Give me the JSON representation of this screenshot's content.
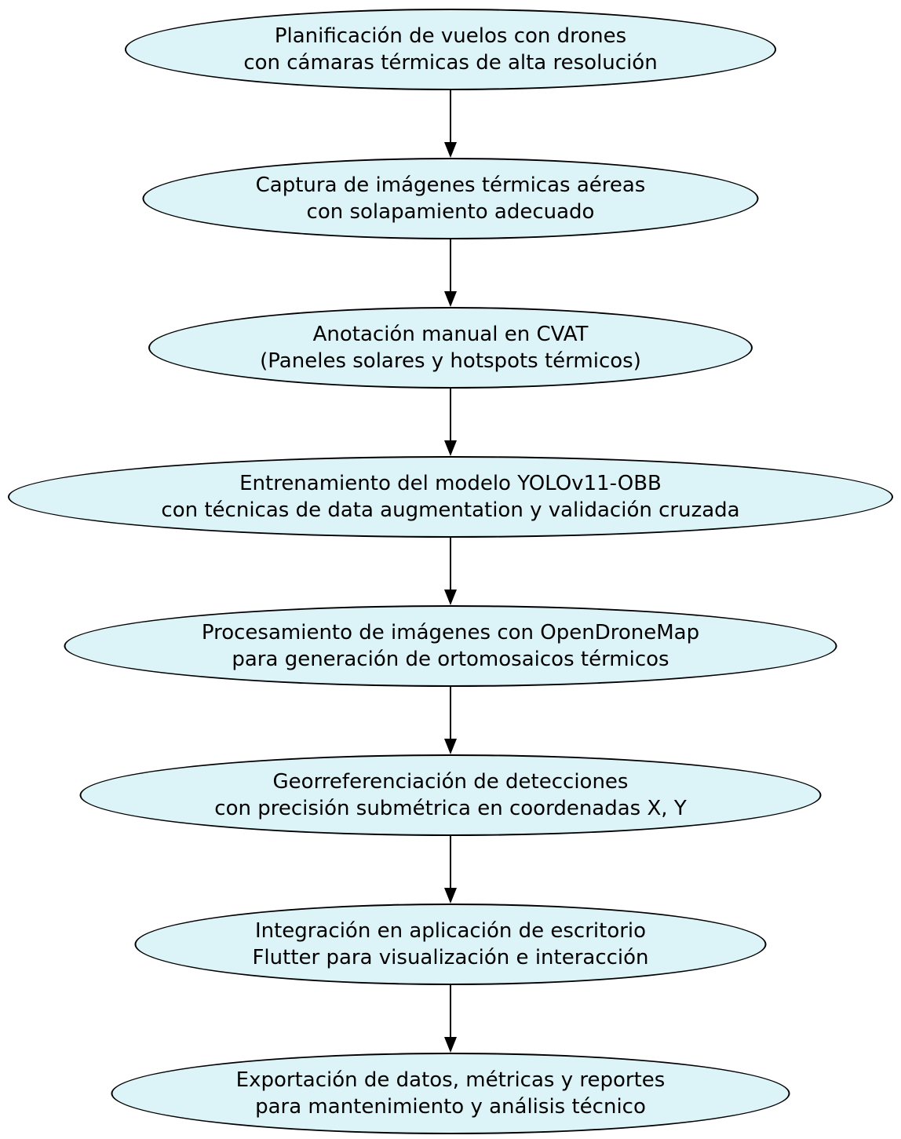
{
  "diagram": {
    "type": "flowchart",
    "direction": "top-to-bottom",
    "colors": {
      "background": "#ffffff",
      "node_fill": "#dcf3f8",
      "node_border": "#000000",
      "arrow_color": "#000000",
      "text_color": "#000000"
    },
    "nodes": [
      {
        "id": "planificacion-vuelos",
        "shape": "ellipse",
        "line1": "Planificación de vuelos con drones",
        "line2": "con cámaras térmicas de alta resolución"
      },
      {
        "id": "captura-imagenes",
        "shape": "ellipse",
        "line1": "Captura de imágenes térmicas aéreas",
        "line2": "con solapamiento adecuado"
      },
      {
        "id": "anotacion-cvat",
        "shape": "ellipse",
        "line1": "Anotación manual en CVAT",
        "line2": "(Paneles solares y hotspots térmicos)"
      },
      {
        "id": "entrenamiento-yolo",
        "shape": "ellipse",
        "line1": "Entrenamiento del modelo YOLOv11-OBB",
        "line2": "con técnicas de data augmentation y validación cruzada"
      },
      {
        "id": "procesamiento-odm",
        "shape": "ellipse",
        "line1": "Procesamiento de imágenes con OpenDroneMap",
        "line2": "para generación de ortomosaicos térmicos"
      },
      {
        "id": "georreferenciacion",
        "shape": "ellipse",
        "line1": "Georreferenciación de detecciones",
        "line2": "con precisión submétrica en coordenadas X, Y"
      },
      {
        "id": "integracion-flutter",
        "shape": "ellipse",
        "line1": "Integración en aplicación de escritorio",
        "line2": "Flutter para visualización e interacción"
      },
      {
        "id": "exportacion-datos",
        "shape": "ellipse",
        "line1": "Exportación de datos, métricas y reportes",
        "line2": "para mantenimiento y análisis técnico"
      }
    ],
    "edges": [
      {
        "from": "planificacion-vuelos",
        "to": "captura-imagenes",
        "style": "solid-arrow"
      },
      {
        "from": "captura-imagenes",
        "to": "anotacion-cvat",
        "style": "solid-arrow"
      },
      {
        "from": "anotacion-cvat",
        "to": "entrenamiento-yolo",
        "style": "solid-arrow"
      },
      {
        "from": "entrenamiento-yolo",
        "to": "procesamiento-odm",
        "style": "solid-arrow"
      },
      {
        "from": "procesamiento-odm",
        "to": "georreferenciacion",
        "style": "solid-arrow"
      },
      {
        "from": "georreferenciacion",
        "to": "integracion-flutter",
        "style": "solid-arrow"
      },
      {
        "from": "integracion-flutter",
        "to": "exportacion-datos",
        "style": "solid-arrow"
      }
    ]
  }
}
